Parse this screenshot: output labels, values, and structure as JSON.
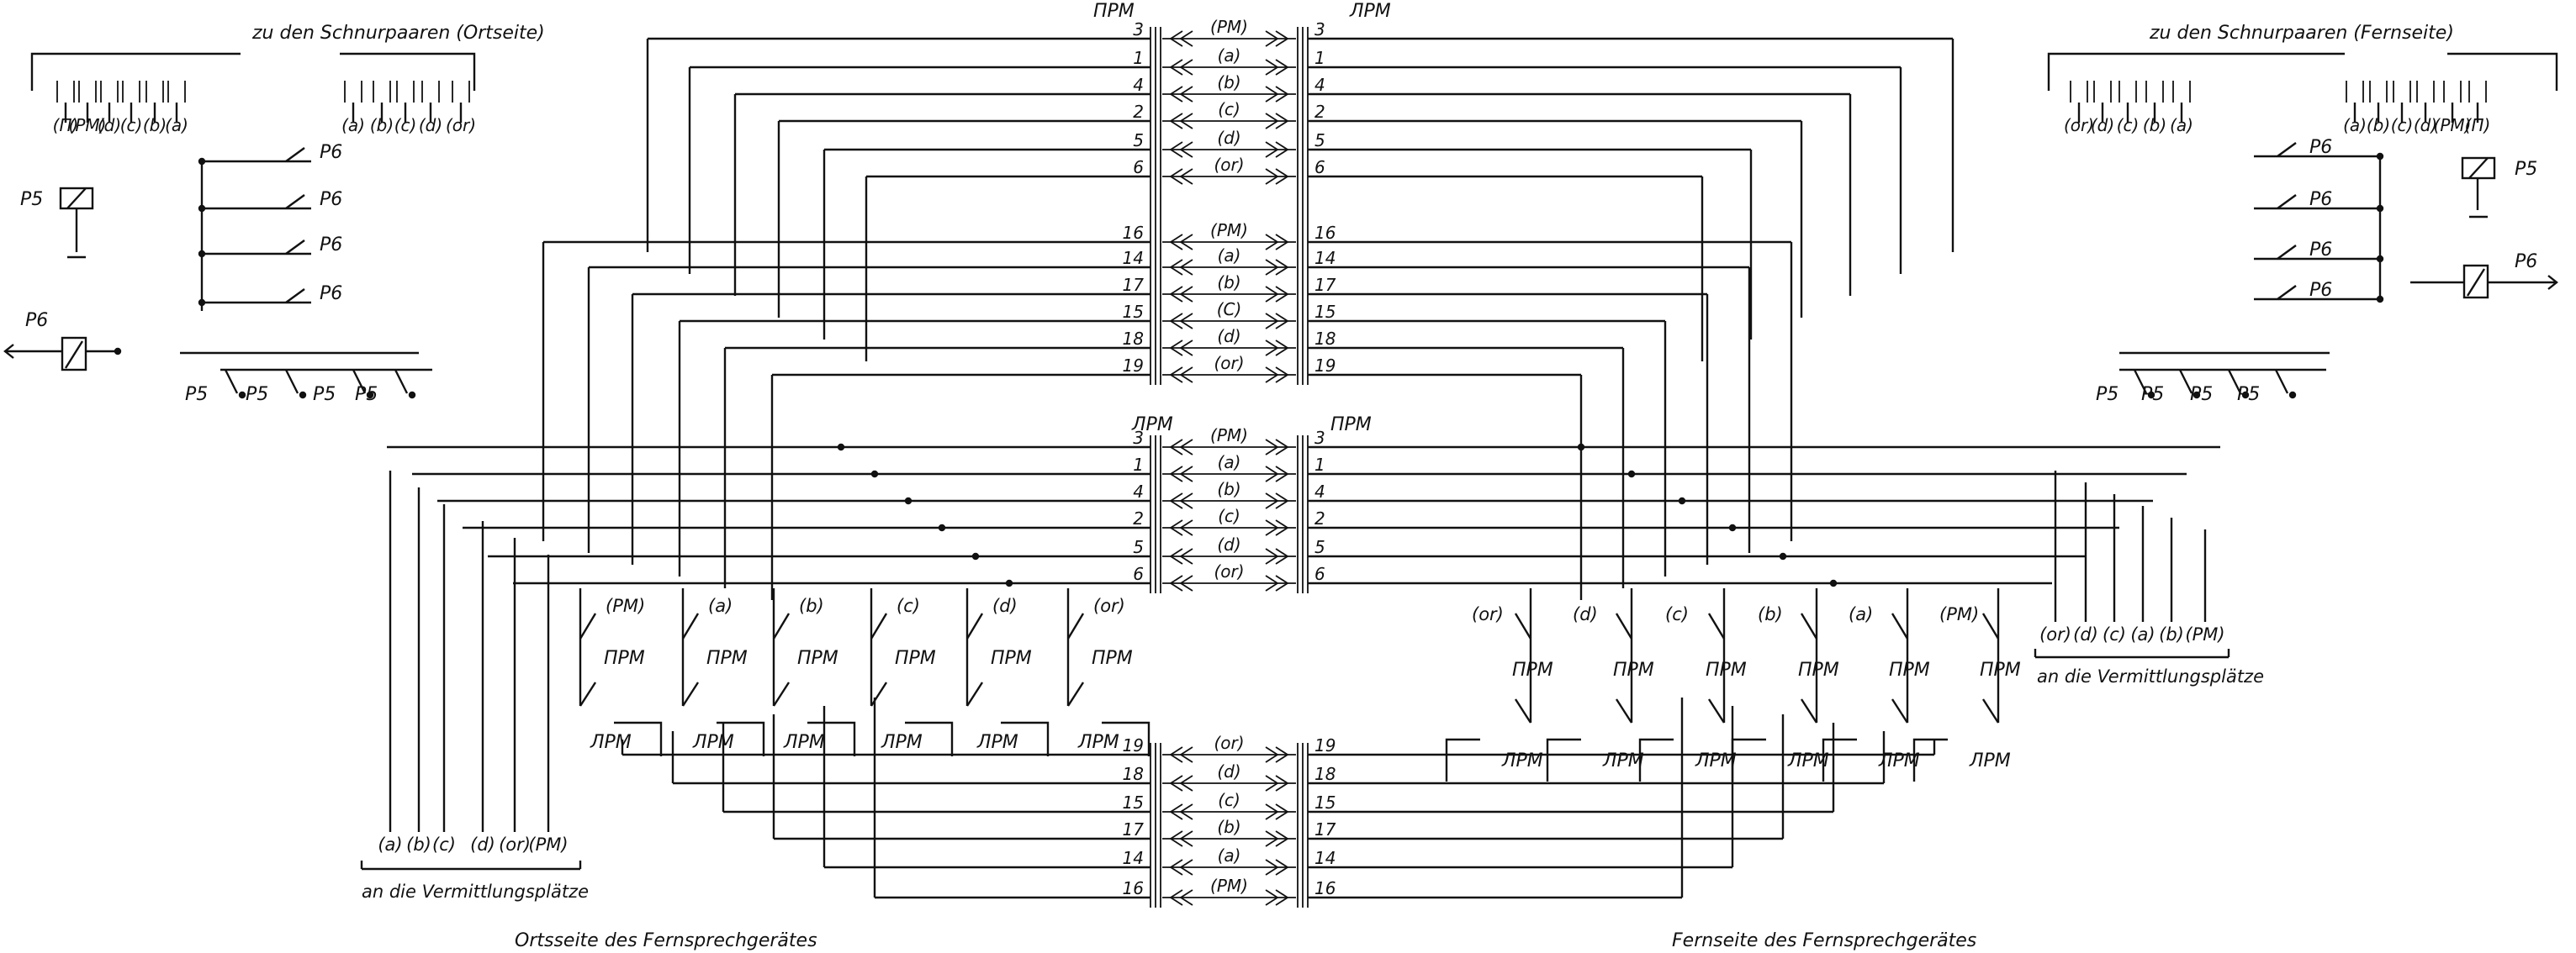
{
  "top_left_heading": "zu den Schnurpaaren (Ortseite)",
  "top_right_heading": "zu den Schnurpaaren (Fernseite)",
  "bottom_left_heading": "Ortsseite des Fernsprechgerätes",
  "bottom_right_heading": "Fernseite des Fernsprechgerätes",
  "vermittlung_label": "an die Vermittlungsplätze",
  "block1": {
    "left_header": "ПРМ",
    "right_header": "ЛРМ",
    "rows": [
      {
        "pin": "3",
        "wire": "(PM)"
      },
      {
        "pin": "1",
        "wire": "(a)"
      },
      {
        "pin": "4",
        "wire": "(b)"
      },
      {
        "pin": "2",
        "wire": "(c)"
      },
      {
        "pin": "5",
        "wire": "(d)"
      },
      {
        "pin": "6",
        "wire": "(or)"
      },
      {
        "pin": "16",
        "wire": "(PM)"
      },
      {
        "pin": "14",
        "wire": "(a)"
      },
      {
        "pin": "17",
        "wire": "(b)"
      },
      {
        "pin": "15",
        "wire": "(C)"
      },
      {
        "pin": "18",
        "wire": "(d)"
      },
      {
        "pin": "19",
        "wire": "(or)"
      }
    ]
  },
  "block2": {
    "left_header": "ЛРМ",
    "right_header": "ПРМ",
    "rows": [
      {
        "pin": "3",
        "wire": "(PM)"
      },
      {
        "pin": "1",
        "wire": "(a)"
      },
      {
        "pin": "4",
        "wire": "(b)"
      },
      {
        "pin": "2",
        "wire": "(c)"
      },
      {
        "pin": "5",
        "wire": "(d)"
      },
      {
        "pin": "6",
        "wire": "(or)"
      }
    ]
  },
  "block3": {
    "rows": [
      {
        "pin": "19",
        "wire": "(or)"
      },
      {
        "pin": "18",
        "wire": "(d)"
      },
      {
        "pin": "15",
        "wire": "(c)"
      },
      {
        "pin": "17",
        "wire": "(b)"
      },
      {
        "pin": "14",
        "wire": "(a)"
      },
      {
        "pin": "16",
        "wire": "(PM)"
      }
    ]
  },
  "left_cord_labels": [
    "(Π)",
    "(PM)",
    "(d)",
    "(c)",
    "(b)",
    "(a)",
    "(a)",
    "(b)",
    "(c)",
    "(d)",
    "(or)"
  ],
  "right_cord_labels": [
    "(or)",
    "(d)",
    "(c)",
    "(b)",
    "(a)",
    "(a)",
    "(b)",
    "(c)",
    "(d)",
    "(PM)",
    "(Π)"
  ],
  "left_relays": {
    "p5": "P5",
    "p6": "P6"
  },
  "right_relays": {
    "p5": "P5",
    "p6": "P6"
  },
  "left_p6_contacts": [
    "P6",
    "P6",
    "P6",
    "P6"
  ],
  "right_p6_contacts": [
    "P6",
    "P6",
    "P6",
    "P6"
  ],
  "left_p5_contacts": [
    "P5",
    "P5",
    "P5",
    "P5"
  ],
  "right_p5_contacts": [
    "P5",
    "P5",
    "P5",
    "P5"
  ],
  "left_switch_labels": [
    "(PM)",
    "(a)",
    "(b)",
    "(c)",
    "(d)",
    "(or)"
  ],
  "right_switch_labels": [
    "(or)",
    "(d)",
    "(c)",
    "(b)",
    "(a)",
    "(PM)"
  ],
  "prm": "ПРМ",
  "lrm": "ЛРМ",
  "left_vermittlung_wires": [
    "(a)",
    "(b)",
    "(c)",
    "(d)",
    "(or)",
    "(PM)"
  ],
  "right_vermittlung_wires": [
    "(or)",
    "(d)",
    "(c)",
    "(a)",
    "(b)",
    "(PM)"
  ]
}
